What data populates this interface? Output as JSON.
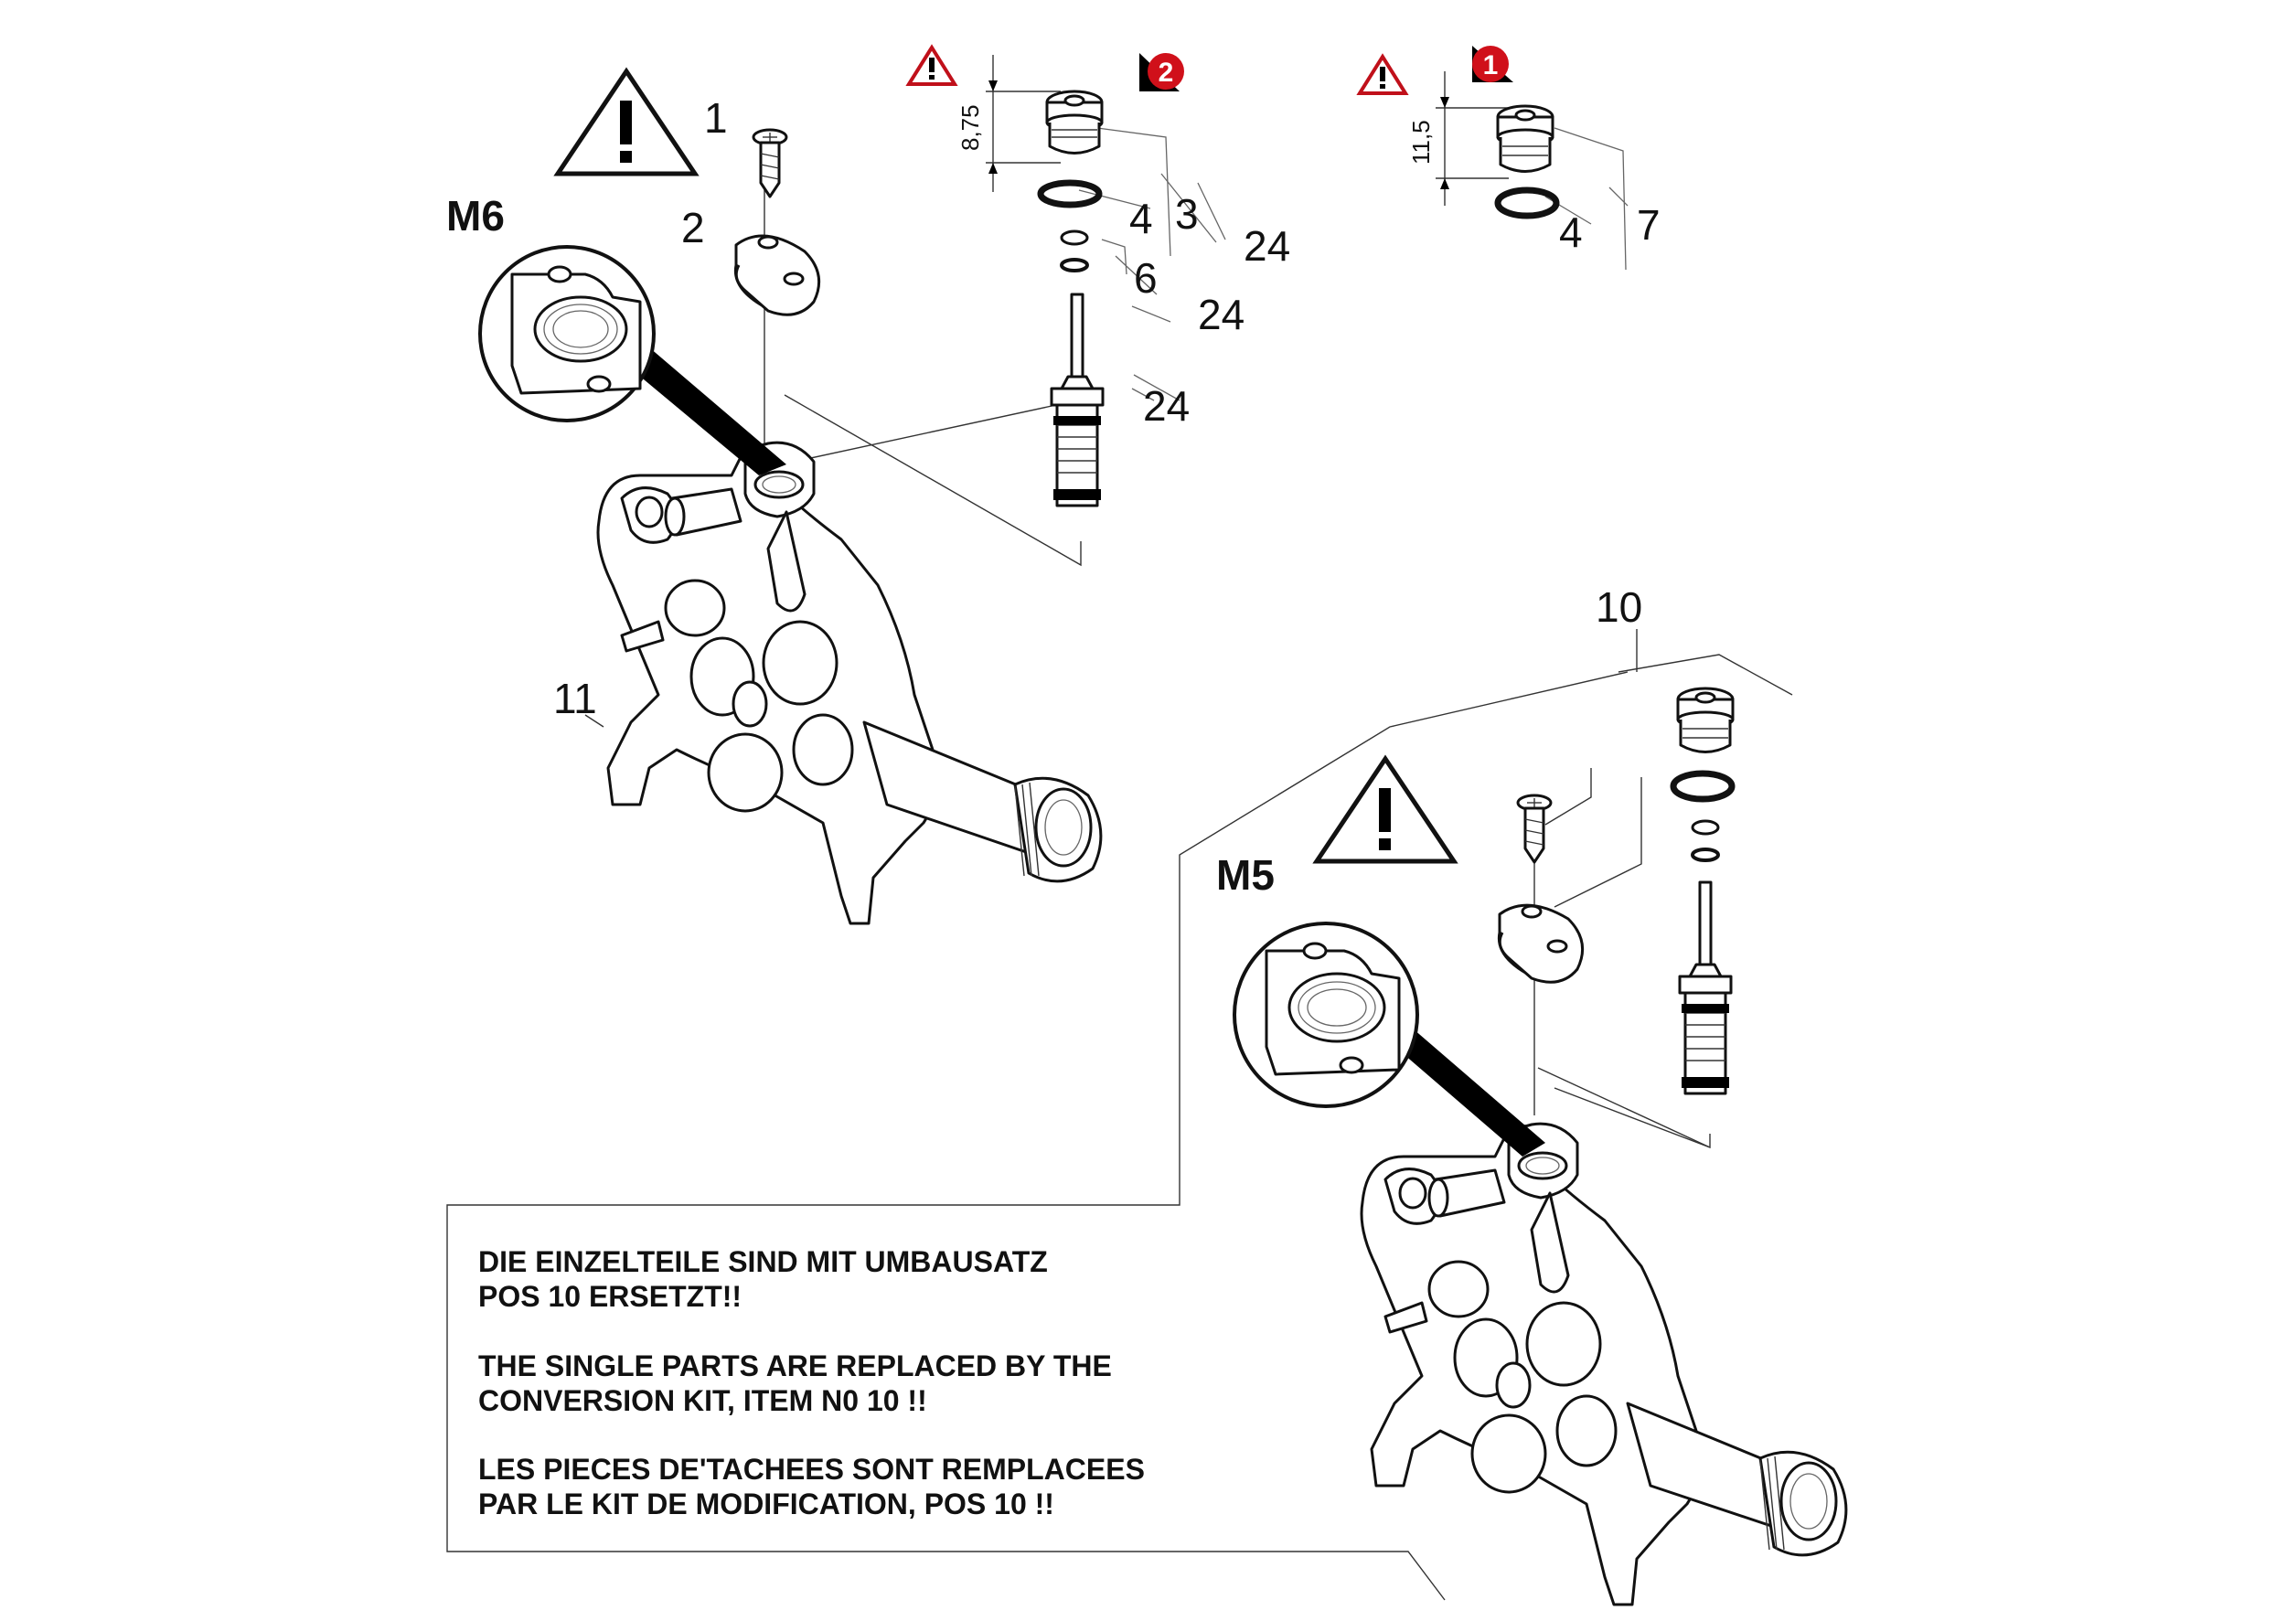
{
  "callouts": {
    "c1": "1",
    "c2": "2",
    "c3": "3",
    "c4a": "4",
    "c4b": "4",
    "c6": "6",
    "c7": "7",
    "c10": "10",
    "c11": "11",
    "c24a": "24",
    "c24b": "24",
    "c24c": "24"
  },
  "thread_labels": {
    "upper": "M6",
    "lower": "M5"
  },
  "dimensions": {
    "valve_2": "8,75",
    "valve_1": "11,5"
  },
  "version_badges": {
    "badge_2": "2",
    "badge_1": "1"
  },
  "warnings": {
    "big_symbol": "!",
    "small_symbol": "!"
  },
  "note": {
    "de_line1": "DIE EINZELTEILE SIND MIT UMBAUSATZ",
    "de_line2": "POS 10 ERSETZT!!",
    "en_line1": "THE SINGLE PARTS ARE REPLACED BY THE",
    "en_line2": "CONVERSION KIT, ITEM N0 10 !!",
    "fr_line1": "LES PIECES DE'TACHEES SONT REMPLACEES",
    "fr_line2": "PAR  LE KIT DE MODIFICATION, POS 10 !!"
  },
  "colors": {
    "line": "#111111",
    "badge_red": "#d0101a",
    "warning_fill": "#ffffff"
  }
}
